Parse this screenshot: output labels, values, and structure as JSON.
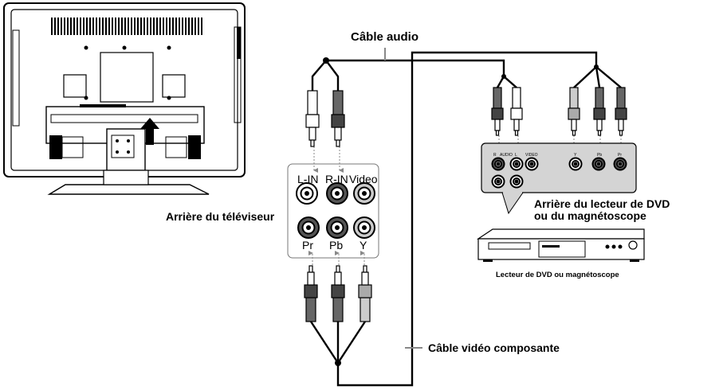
{
  "labels": {
    "audio_cable": "Câble audio",
    "component_cable": "Câble vidéo composante",
    "tv_rear": "Arrière du téléviseur",
    "dvd_rear_line1": "Arrière du lecteur de DVD",
    "dvd_rear_line2": "ou du magnétoscope",
    "dvd_caption": "Lecteur de DVD ou magnétoscope"
  },
  "tv_panel": {
    "l_in": "L-IN",
    "r_in": "R-IN",
    "video": "Video",
    "pr": "Pr",
    "pb": "Pb",
    "y": "Y"
  },
  "dvd_panel": {
    "r": "R",
    "audio": "AUDIO",
    "l": "L",
    "video": "VIDEO",
    "y": "Y",
    "pb": "Pb",
    "pr": "Pr"
  }
}
